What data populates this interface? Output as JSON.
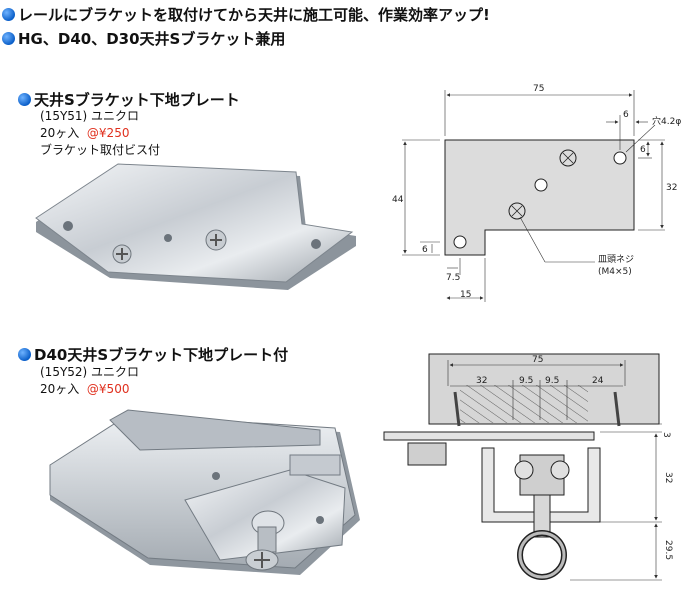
{
  "header": {
    "line1": "レールにブラケットを取付けてから天井に施工可能、作業効率アップ!",
    "line2": "HG、D40、D30天井Sブラケット兼用"
  },
  "product1": {
    "title": "天井Sブラケット下地プレート",
    "code_finish": "(15Y51) ユニクロ",
    "qty": "20ヶ入",
    "price": "@¥250",
    "note": "ブラケット取付ビス付"
  },
  "product2": {
    "title": "D40天井Sブラケット下地プレート付",
    "code_finish": "(15Y52) ユニクロ",
    "qty": "20ヶ入",
    "price": "@¥500"
  },
  "drawing1": {
    "width_75": "75",
    "dim_6_top": "6",
    "hole_label": "穴4.2φ",
    "dim_6_right": "6",
    "dim_32": "32",
    "dim_44": "44",
    "dim_6_left": "6",
    "dim_7_5": "7.5",
    "dim_15": "15",
    "screw_label1": "皿頭ネジ",
    "screw_label2": "(M4×5)"
  },
  "drawing2": {
    "width_75": "75",
    "seg_32": "32",
    "seg_9_5a": "9.5",
    "seg_9_5b": "9.5",
    "seg_24": "24",
    "dim_3": "3",
    "dim_32": "32",
    "dim_29_5": "29.5"
  },
  "colors": {
    "bullet": "#1a6fe0",
    "price": "#e0301e",
    "plate_fill": "#dcdcdc",
    "ceiling_fill": "#d6d6d6"
  }
}
